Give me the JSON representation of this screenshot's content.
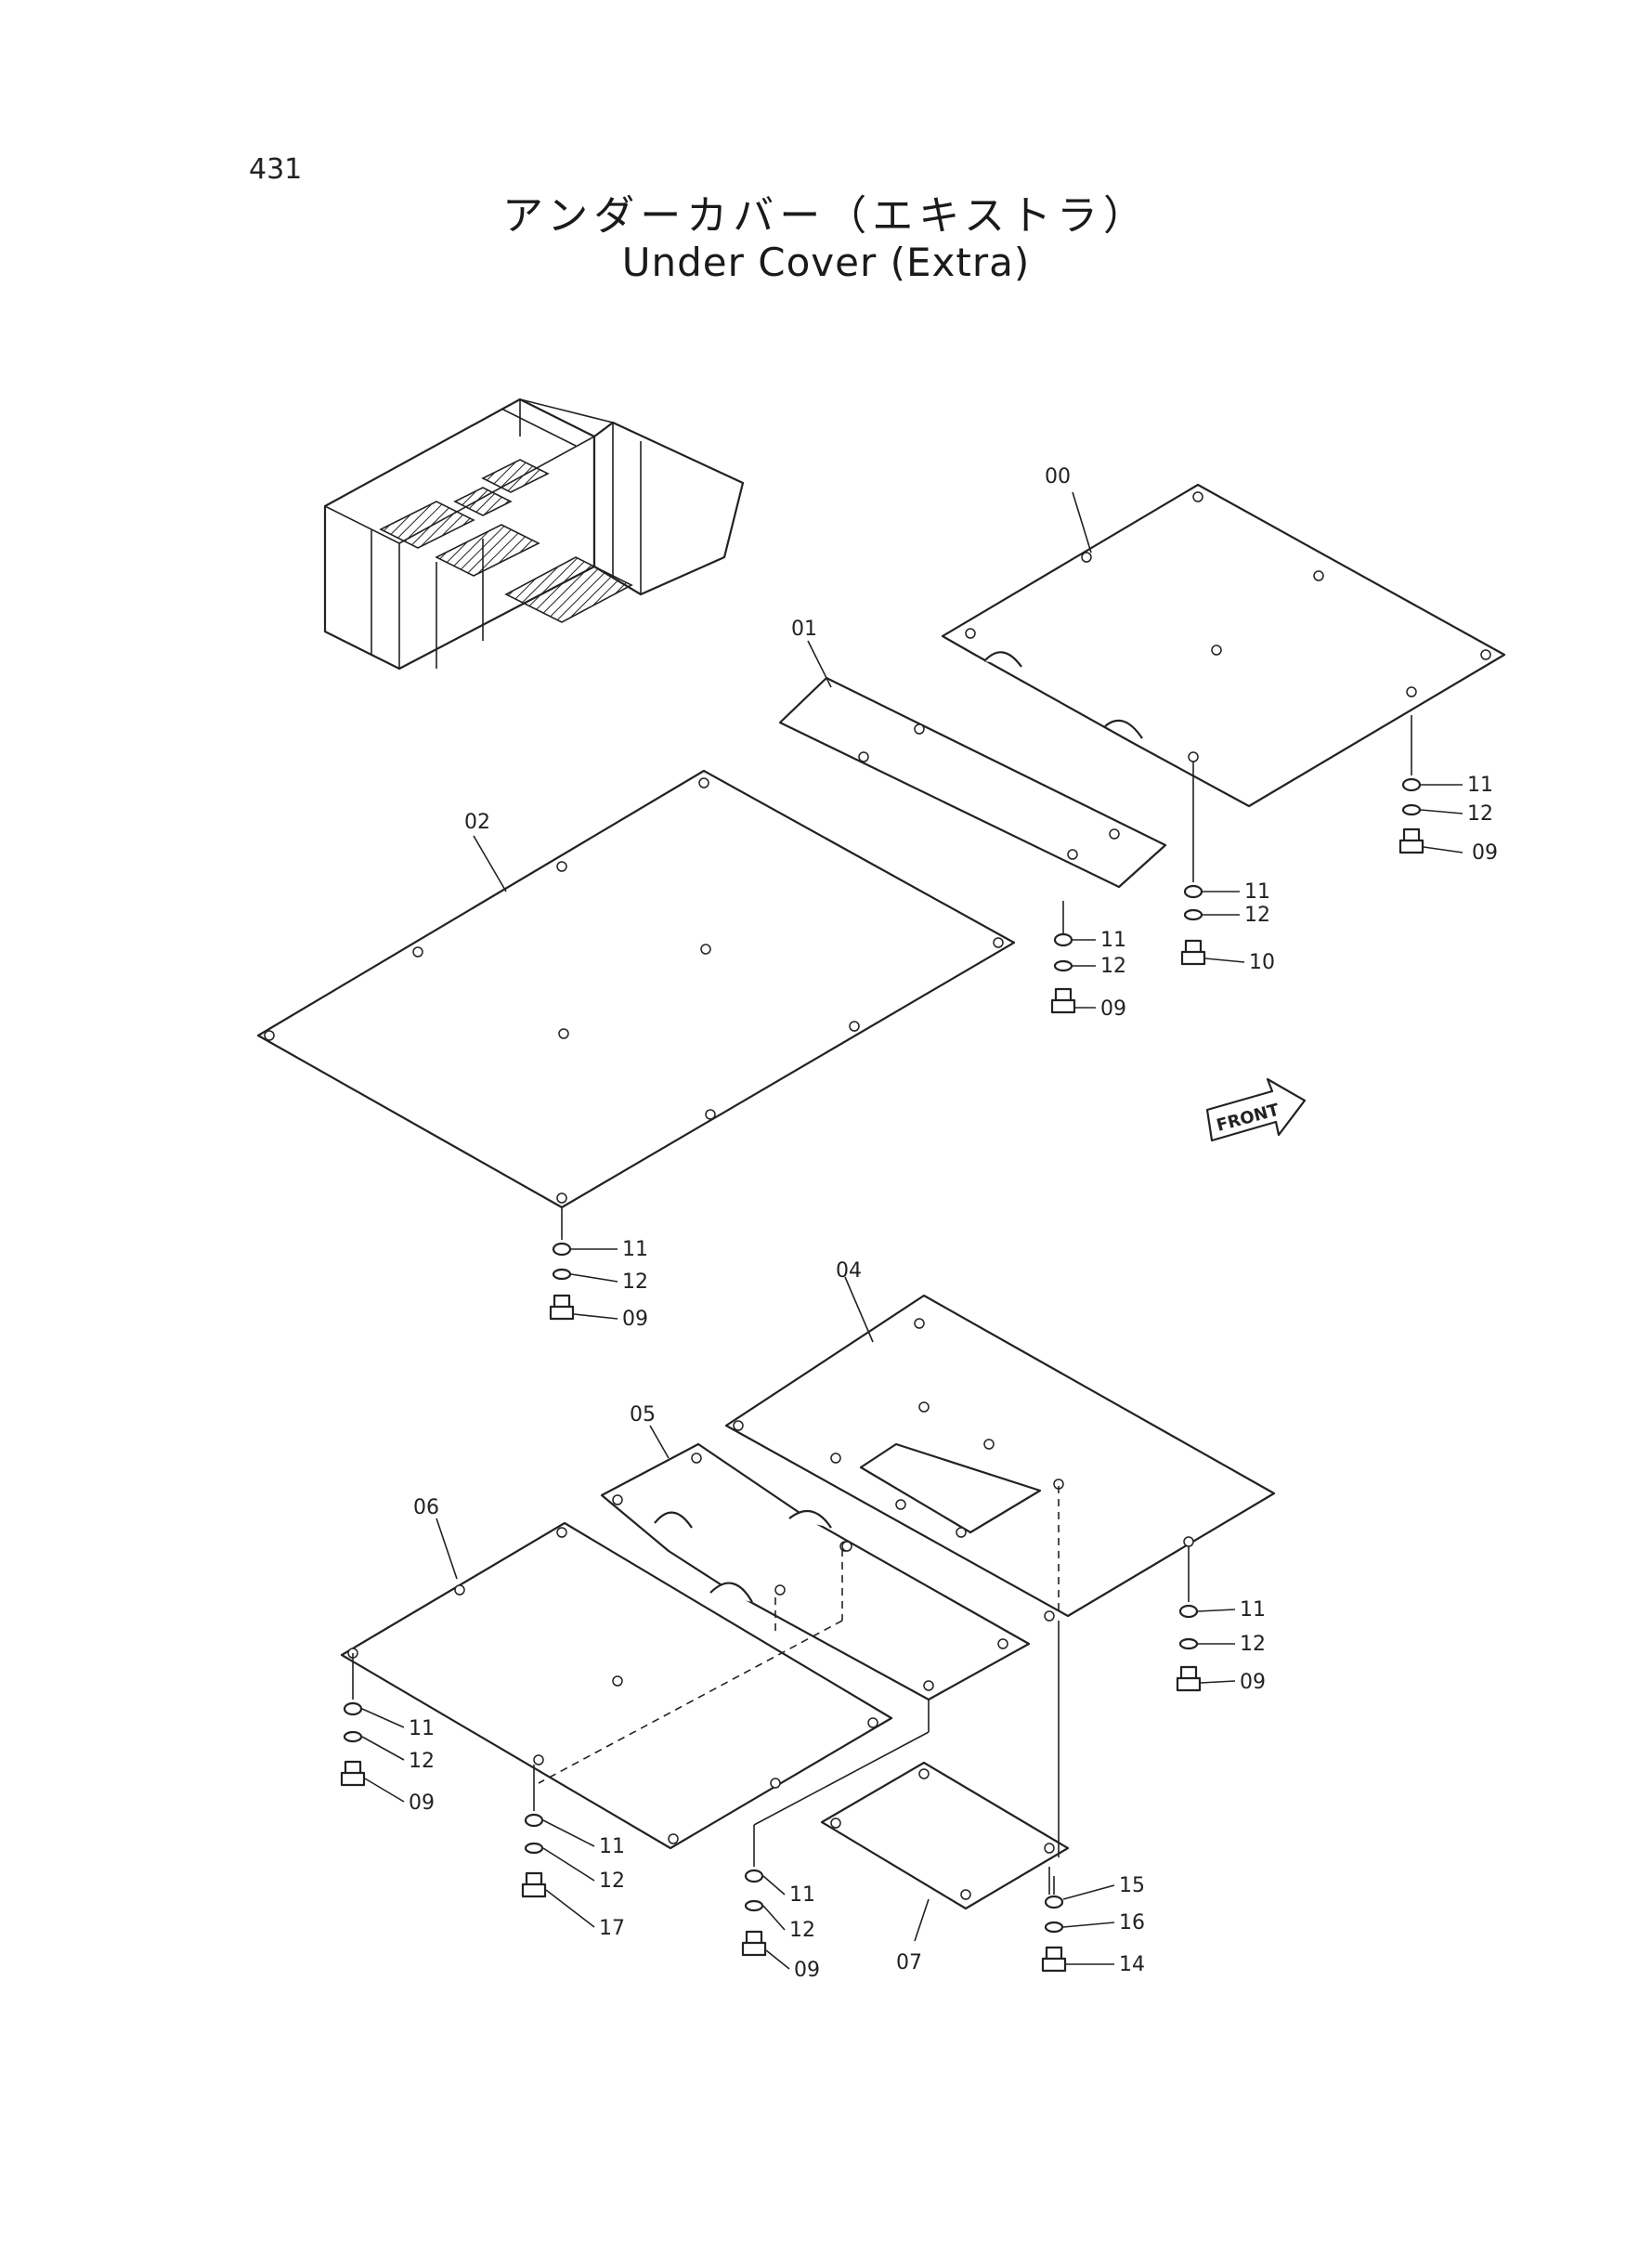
{
  "page_number": "431",
  "title_jp": "アンダーカバー（エキストラ）",
  "title_en": "Under Cover (Extra)",
  "front_label": "FRONT",
  "callouts": {
    "c00": "00",
    "c01": "01",
    "c02": "02",
    "c04": "04",
    "c05": "05",
    "c06": "06",
    "c07": "07",
    "a11": "11",
    "a12": "12",
    "a09": "09",
    "b11": "11",
    "b12": "12",
    "b10": "10",
    "c11": "11",
    "c12": "12",
    "c09": "09",
    "d11": "11",
    "d12": "12",
    "d09": "09",
    "e11": "11",
    "e12": "12",
    "e09": "09",
    "f11": "11",
    "f12": "12",
    "f09": "09",
    "g11": "11",
    "g12": "12",
    "g17": "17",
    "h11": "11",
    "h12": "12",
    "h09": "09",
    "i15": "15",
    "i16": "16",
    "i14": "14"
  }
}
